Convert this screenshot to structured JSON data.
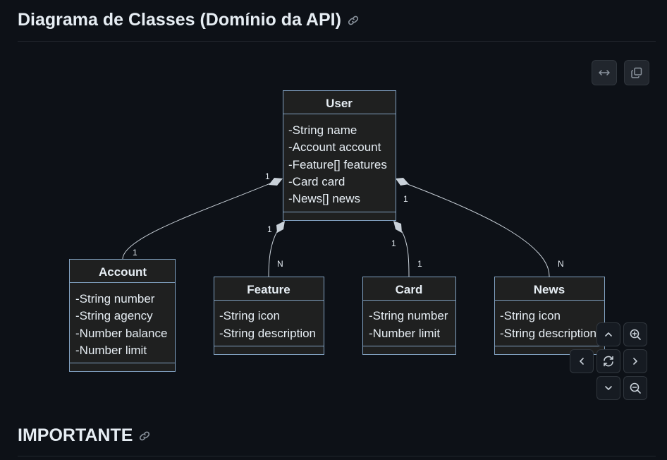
{
  "headings": {
    "class_diagram": "Diagrama de Classes (Domínio da API)",
    "important": "IMPORTANTE"
  },
  "icons": {
    "heading_anchor": "link-icon",
    "toolbar": [
      "expand-horizontal-icon",
      "copy-icon"
    ],
    "zoom_controls": [
      "chevron-up-icon",
      "zoom-in-icon",
      "chevron-left-icon",
      "reset-icon",
      "chevron-right-icon",
      "chevron-down-icon",
      "zoom-out-icon"
    ]
  },
  "colors": {
    "background": "#0d1117",
    "class_fill": "#1f2020",
    "class_border": "#81a1c1",
    "text": "#e6edf3"
  },
  "diagram": {
    "classes": {
      "user": {
        "name": "User",
        "attributes": [
          "-String name",
          "-Account account",
          "-Feature[] features",
          "-Card card",
          "-News[] news"
        ]
      },
      "account": {
        "name": "Account",
        "attributes": [
          "-String number",
          "-String agency",
          "-Number balance",
          "-Number limit"
        ]
      },
      "feature": {
        "name": "Feature",
        "attributes": [
          "-String icon",
          "-String description"
        ]
      },
      "card": {
        "name": "Card",
        "attributes": [
          "-String number",
          "-Number limit"
        ]
      },
      "news": {
        "name": "News",
        "attributes": [
          "-String icon",
          "-String description"
        ]
      }
    },
    "relations": [
      {
        "from": "User",
        "to": "Account",
        "type": "composition",
        "from_cardinality": "1",
        "to_cardinality": "1"
      },
      {
        "from": "User",
        "to": "Feature",
        "type": "composition",
        "from_cardinality": "1",
        "to_cardinality": "N"
      },
      {
        "from": "User",
        "to": "Card",
        "type": "composition",
        "from_cardinality": "1",
        "to_cardinality": "1"
      },
      {
        "from": "User",
        "to": "News",
        "type": "composition",
        "from_cardinality": "1",
        "to_cardinality": "N"
      }
    ]
  }
}
